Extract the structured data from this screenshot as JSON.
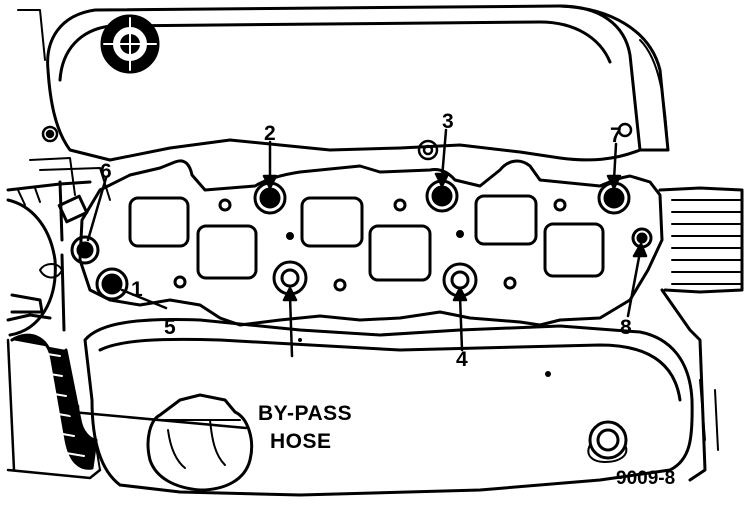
{
  "bolts": [
    {
      "label": "1"
    },
    {
      "label": "2"
    },
    {
      "label": "3"
    },
    {
      "label": "4"
    },
    {
      "label": "5"
    },
    {
      "label": "6"
    },
    {
      "label": "7"
    },
    {
      "label": "8"
    }
  ],
  "callout": {
    "line1": "BY-PASS",
    "line2": "HOSE"
  },
  "figure_number": "9009-8",
  "colors": {
    "ink": "#000000",
    "paper": "#ffffff"
  }
}
